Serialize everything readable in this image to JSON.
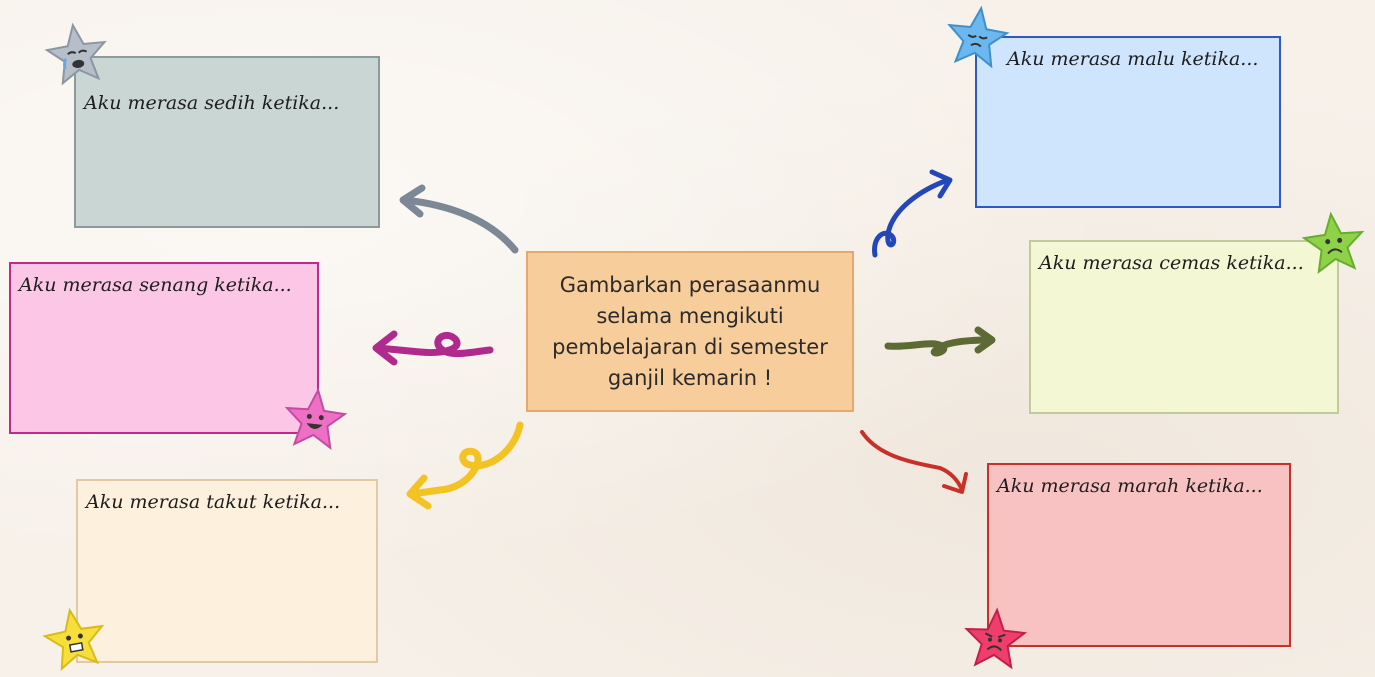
{
  "prompt": {
    "text": "Gambarkan perasaanmu\nselama mengikuti\npembelajaran di semester\nganjil kemarin !",
    "color": "#f8cd9c"
  },
  "cards": {
    "sedih": {
      "label": "Aku merasa sedih ketika...",
      "color": "#c9d6d3",
      "emotion": "sad-star-icon"
    },
    "senang": {
      "label": "Aku merasa senang ketika...",
      "color": "#fcc6e6",
      "emotion": "happy-star-icon"
    },
    "takut": {
      "label": "Aku merasa takut ketika...",
      "color": "#fdf1dd",
      "emotion": "scared-star-icon"
    },
    "malu": {
      "label": "Aku merasa malu ketika...",
      "color": "#cfe5fd",
      "emotion": "shy-star-icon"
    },
    "cemas": {
      "label": "Aku merasa cemas ketika...",
      "color": "#f3f7d3",
      "emotion": "worried-star-icon"
    },
    "marah": {
      "label": "Aku merasa marah ketika...",
      "color": "#f8c2c2",
      "emotion": "angry-star-icon"
    }
  },
  "arrow_colors": {
    "sedih": "#7c8896",
    "senang": "#b02a8e",
    "takut": "#f2c322",
    "malu": "#2346b8",
    "cemas": "#5e6a36",
    "marah": "#c8312a"
  }
}
